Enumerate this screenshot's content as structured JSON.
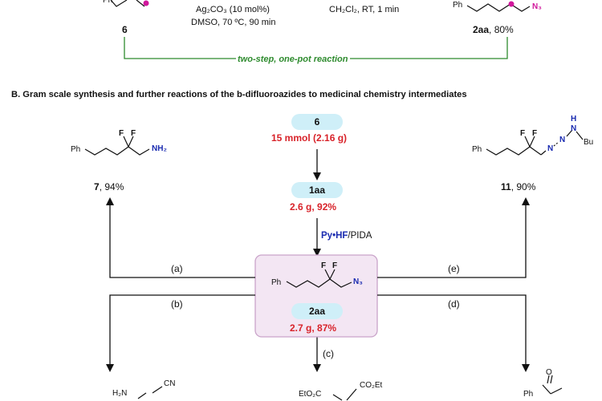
{
  "top": {
    "reagents_left_1": "Ag₂CO₃ (10 mol%)",
    "reagents_left_2": "DMSO, 70 ºC, 90 min",
    "reagents_right": "CH₂Cl₂, RT, 1 min",
    "compound_6": "6",
    "compound_2aa_label": "2aa",
    "compound_2aa_yield": ", 80%",
    "one_pot": "two-step, one-pot reaction",
    "ph": "Ph",
    "n3": "N₃"
  },
  "section_b": {
    "title": "B. Gram scale synthesis and further reactions of the b-difluoroazides to medicinal chemistry intermediates"
  },
  "center": {
    "pill_6": "6",
    "amount_6": "15 mmol (2.16 g)",
    "pill_1aa": "1aa",
    "amount_1aa": "2.6 g, 92%",
    "reagent_blue": "Py•HF",
    "reagent_rest": "/PIDA",
    "pill_2aa": "2aa",
    "amount_2aa": "2.7 g, 87%",
    "ph": "Ph",
    "f1": "F",
    "f2": "F",
    "n3": "N₃"
  },
  "left_product": {
    "ph": "Ph",
    "f1": "F",
    "f2": "F",
    "nh2": "NH₂",
    "label": "7",
    "yield": ", 94%"
  },
  "right_product": {
    "ph": "Ph",
    "f1": "F",
    "f2": "F",
    "n1": "N",
    "n2": "N",
    "n3": "N",
    "h": "H",
    "bu": "Bu",
    "label": "11",
    "yield": ", 90%"
  },
  "routes": {
    "a": "(a)",
    "b": "(b)",
    "c": "(c)",
    "d": "(d)",
    "e": "(e)"
  },
  "bottom": {
    "h2n": "H₂N",
    "cn": "CN",
    "eto2c": "EtO₂C",
    "co2et": "CO₂Et",
    "o": "O",
    "ph": "Ph"
  },
  "colors": {
    "red": "#d8232a",
    "blue": "#1a2bb0",
    "green": "#2e8b2e",
    "pill": "#cfeff8",
    "box_fill": "#f3e6f3",
    "box_border": "#c9a3c9",
    "magenta": "#d0179b"
  }
}
